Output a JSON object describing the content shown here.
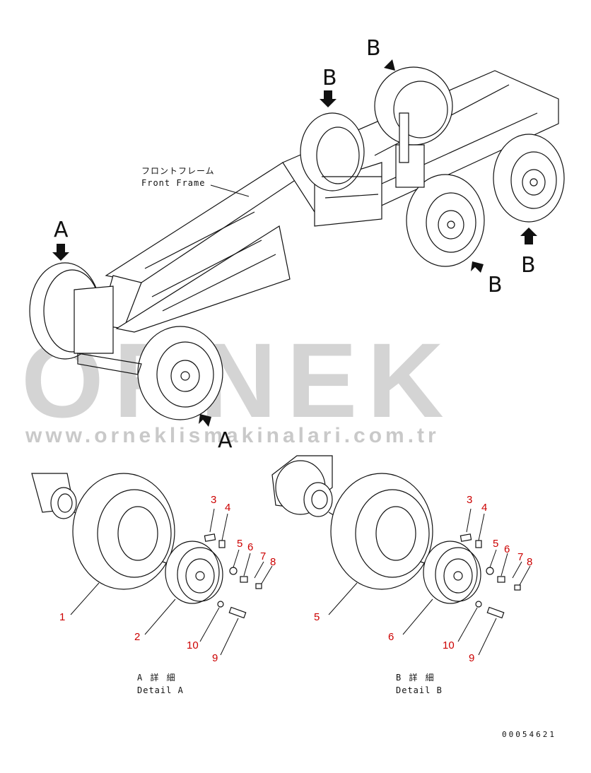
{
  "front_frame": {
    "jp": "フロントフレーム",
    "en": "Front Frame"
  },
  "view_marks": {
    "a_top": "A",
    "a_bottom": "A",
    "b_top_left": "B",
    "b_top_right": "B",
    "b_right": "B",
    "b_lower": "B"
  },
  "detail_a": {
    "jp": "A 詳 細",
    "en": "Detail A",
    "callouts": [
      "1",
      "2",
      "3",
      "4",
      "5",
      "6",
      "7",
      "8",
      "9",
      "10"
    ]
  },
  "detail_b": {
    "jp": "B 詳 細",
    "en": "Detail B",
    "callouts": [
      "5",
      "6",
      "3",
      "4",
      "5",
      "6",
      "7",
      "8",
      "9",
      "10"
    ]
  },
  "watermark": {
    "brand": "ORNEK",
    "url": "www.orneklismakinalari.com.tr"
  },
  "drawing_number": "00054621",
  "colors": {
    "callout": "#cc0000",
    "line": "#111111",
    "watermark": "#c8c8c8"
  }
}
